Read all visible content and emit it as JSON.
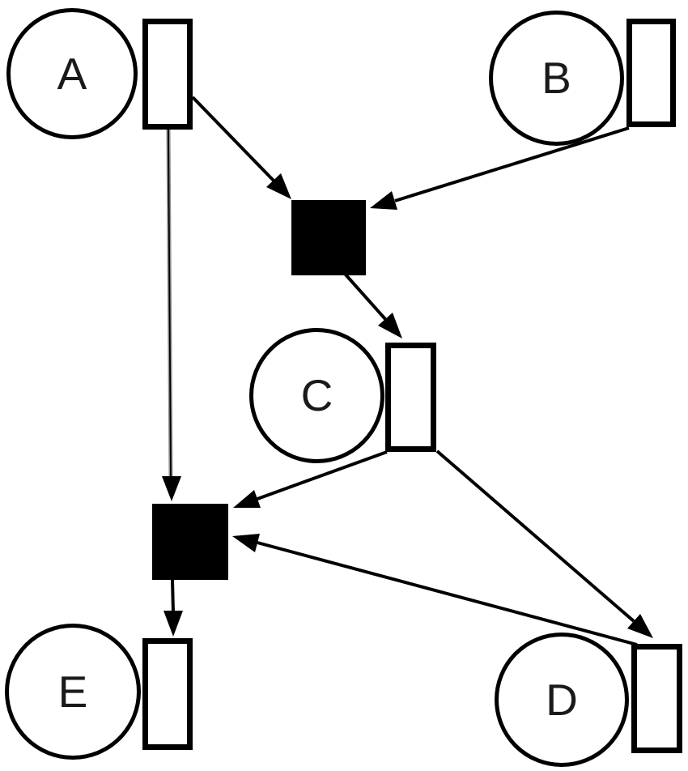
{
  "diagram": {
    "kind": "petri-net-style-graph",
    "background_color": "#ffffff",
    "stroke_color": "#000000",
    "transition_fill_color": "#000000",
    "long_edge_gray_color": "#8f8f8f",
    "nodes": {
      "A": {
        "label": "A",
        "shape": "circle",
        "port": "open-rectangle-right"
      },
      "B": {
        "label": "B",
        "shape": "circle",
        "port": "open-rectangle-right"
      },
      "C": {
        "label": "C",
        "shape": "circle",
        "port": "open-rectangle-right"
      },
      "D": {
        "label": "D",
        "shape": "circle",
        "port": "open-rectangle-right"
      },
      "E": {
        "label": "E",
        "shape": "circle",
        "port": "open-rectangle-right"
      },
      "t1": {
        "label": "",
        "shape": "filled-square"
      },
      "t2": {
        "label": "",
        "shape": "filled-square"
      }
    },
    "edges": [
      {
        "from": "port-A",
        "to": "t1"
      },
      {
        "from": "port-B",
        "to": "t1"
      },
      {
        "from": "t1",
        "to": "port-C"
      },
      {
        "from": "port-A",
        "to": "t2"
      },
      {
        "from": "port-C",
        "to": "t2"
      },
      {
        "from": "port-C",
        "to": "port-D"
      },
      {
        "from": "port-D",
        "to": "t2"
      },
      {
        "from": "t2",
        "to": "port-E"
      }
    ]
  }
}
